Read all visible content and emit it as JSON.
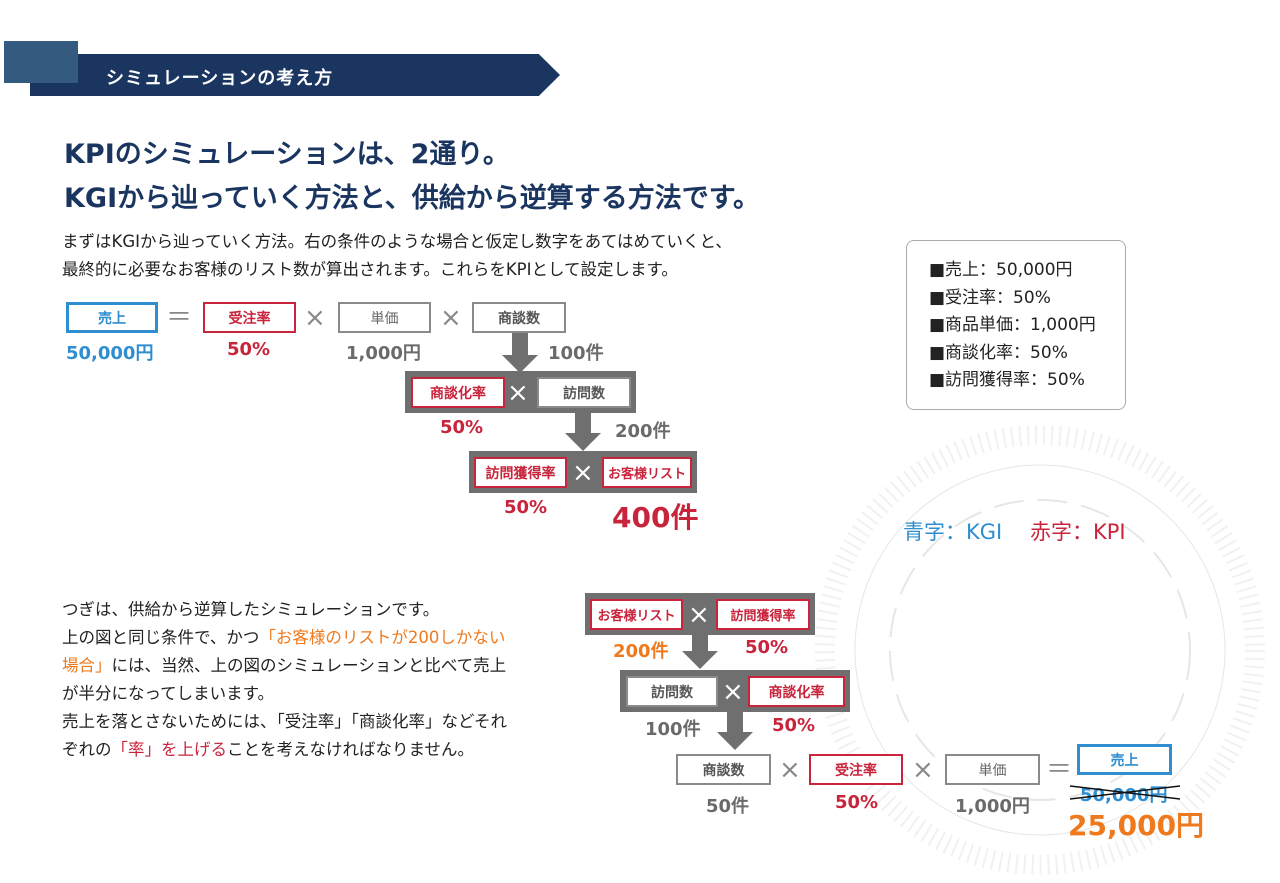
{
  "header": {
    "title": "シミュレーションの考え方"
  },
  "headline": [
    "KPIのシミュレーションは、2通り。",
    "KGIから辿っていく方法と、供給から逆算する方法です。"
  ],
  "intro": [
    "まずはKGIから辿っていく方法。右の条件のような場合と仮定し数字をあてはめていくと、",
    "最終的に必要なお客様のリスト数が算出されます。これらをKPIとして設定します。"
  ],
  "conditions": [
    "■売上：50,000円",
    "■受注率：50%",
    "■商品単価：1,000円",
    "■商談化率：50%",
    "■訪問獲得率：50%"
  ],
  "legend": {
    "blue": "青字：KGI",
    "red": "赤字：KPI"
  },
  "diagram1": {
    "sales": "売上",
    "sales_val": "50,000円",
    "order_rate": "受注率",
    "order_rate_val": "50%",
    "unit_price": "単価",
    "unit_price_val": "1,000円",
    "meetings": "商談数",
    "meetings_val": "100件",
    "meeting_rate": "商談化率",
    "meeting_rate_val": "50%",
    "visits": "訪問数",
    "visits_val": "200件",
    "visit_rate": "訪問獲得率",
    "visit_rate_val": "50%",
    "list": "お客様リスト",
    "list_val": "400件",
    "eq": "＝",
    "times": "×"
  },
  "outro": {
    "l1": "つぎは、供給から逆算したシミュレーションです。",
    "l2a": "上の図と同じ条件で、かつ",
    "l2b": "「お客様のリストが200しかない",
    "l3a": "場合」",
    "l3b": "には、当然、上の図のシミュレーションと比べて売上",
    "l4": "が半分になってしまいます。",
    "l5": "売上を落とさないためには、「受注率」「商談化率」などそれ",
    "l6a": "ぞれの",
    "l6b": "「率」を上げる",
    "l6c": "ことを考えなければなりません。"
  },
  "diagram2": {
    "list": "お客様リスト",
    "list_val": "200件",
    "visit_rate": "訪問獲得率",
    "visit_rate_val": "50%",
    "visits": "訪問数",
    "visits_val": "100件",
    "meeting_rate": "商談化率",
    "meeting_rate_val": "50%",
    "meetings": "商談数",
    "meetings_val": "50件",
    "order_rate": "受注率",
    "order_rate_val": "50%",
    "unit_price": "単価",
    "unit_price_val": "1,000円",
    "sales": "売上",
    "sales_old": "50,000円",
    "sales_new": "25,000円",
    "eq": "＝",
    "times": "×"
  },
  "colors": {
    "navy": "#1a3560",
    "blue": "#2e8ed0",
    "red": "#c8243c",
    "orange": "#ef7a1e",
    "gray": "#6f6f6f"
  }
}
